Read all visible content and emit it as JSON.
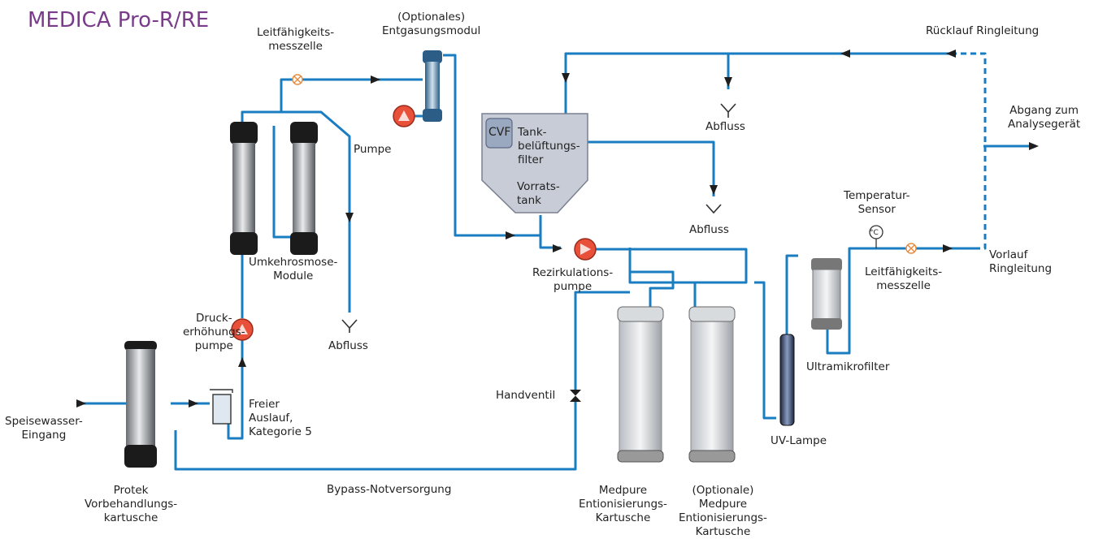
{
  "title": "MEDICA Pro-R/RE",
  "labels": {
    "feed_inlet": "Speisewasser-\nEingang",
    "protek": "Protek\nVorbehandlungs-\nkartusche",
    "free_outlet": "Freier\nAuslauf,\nKategorie 5",
    "booster_pump": "Druck-\nerhöhungs-\npumpe",
    "ro_modules": "Umkehrosmose-\nModule",
    "drain_ro": "Abfluss",
    "pump": "Pumpe",
    "conductivity_cell_1": "Leitfähigkeits-\nmesszelle",
    "degas_module": "(Optionales)\nEntgasungsmodul",
    "cvf": "CVF",
    "tank_vent_filter": "Tank-\nbelüftungs-\nfilter",
    "storage_tank": "Vorrats-\ntank",
    "drain_top": "Abfluss",
    "drain_mid": "Abfluss",
    "return_loop": "Rücklauf Ringleitung",
    "outlet_analyzer": "Abgang zum\nAnalysegerät",
    "temp_sensor": "Temperatur-\nSensor",
    "temp_symbol": "°C",
    "recirc_pump": "Rezirkulations-\npumpe",
    "hand_valve": "Handventil",
    "bypass": "Bypass-Notversorgung",
    "medpure": "Medpure\nEntionisierungs-\nKartusche",
    "medpure_optional": "(Optionale)\nMedpure\nEntionisierungs-\nKartusche",
    "uv_lamp": "UV-Lampe",
    "ultrafilter": "Ultramikrofilter",
    "conductivity_cell_2": "Leitfähigkeits-\nmesszelle",
    "supply_loop": "Vorlauf\nRingleitung"
  },
  "colors": {
    "pipe": "#1a7cc1",
    "title": "#7a3c8a",
    "pump": "#e8503a",
    "valve": "#f0a050",
    "tank": "#c7ccd6",
    "cartridge": "#cfd3d8"
  }
}
